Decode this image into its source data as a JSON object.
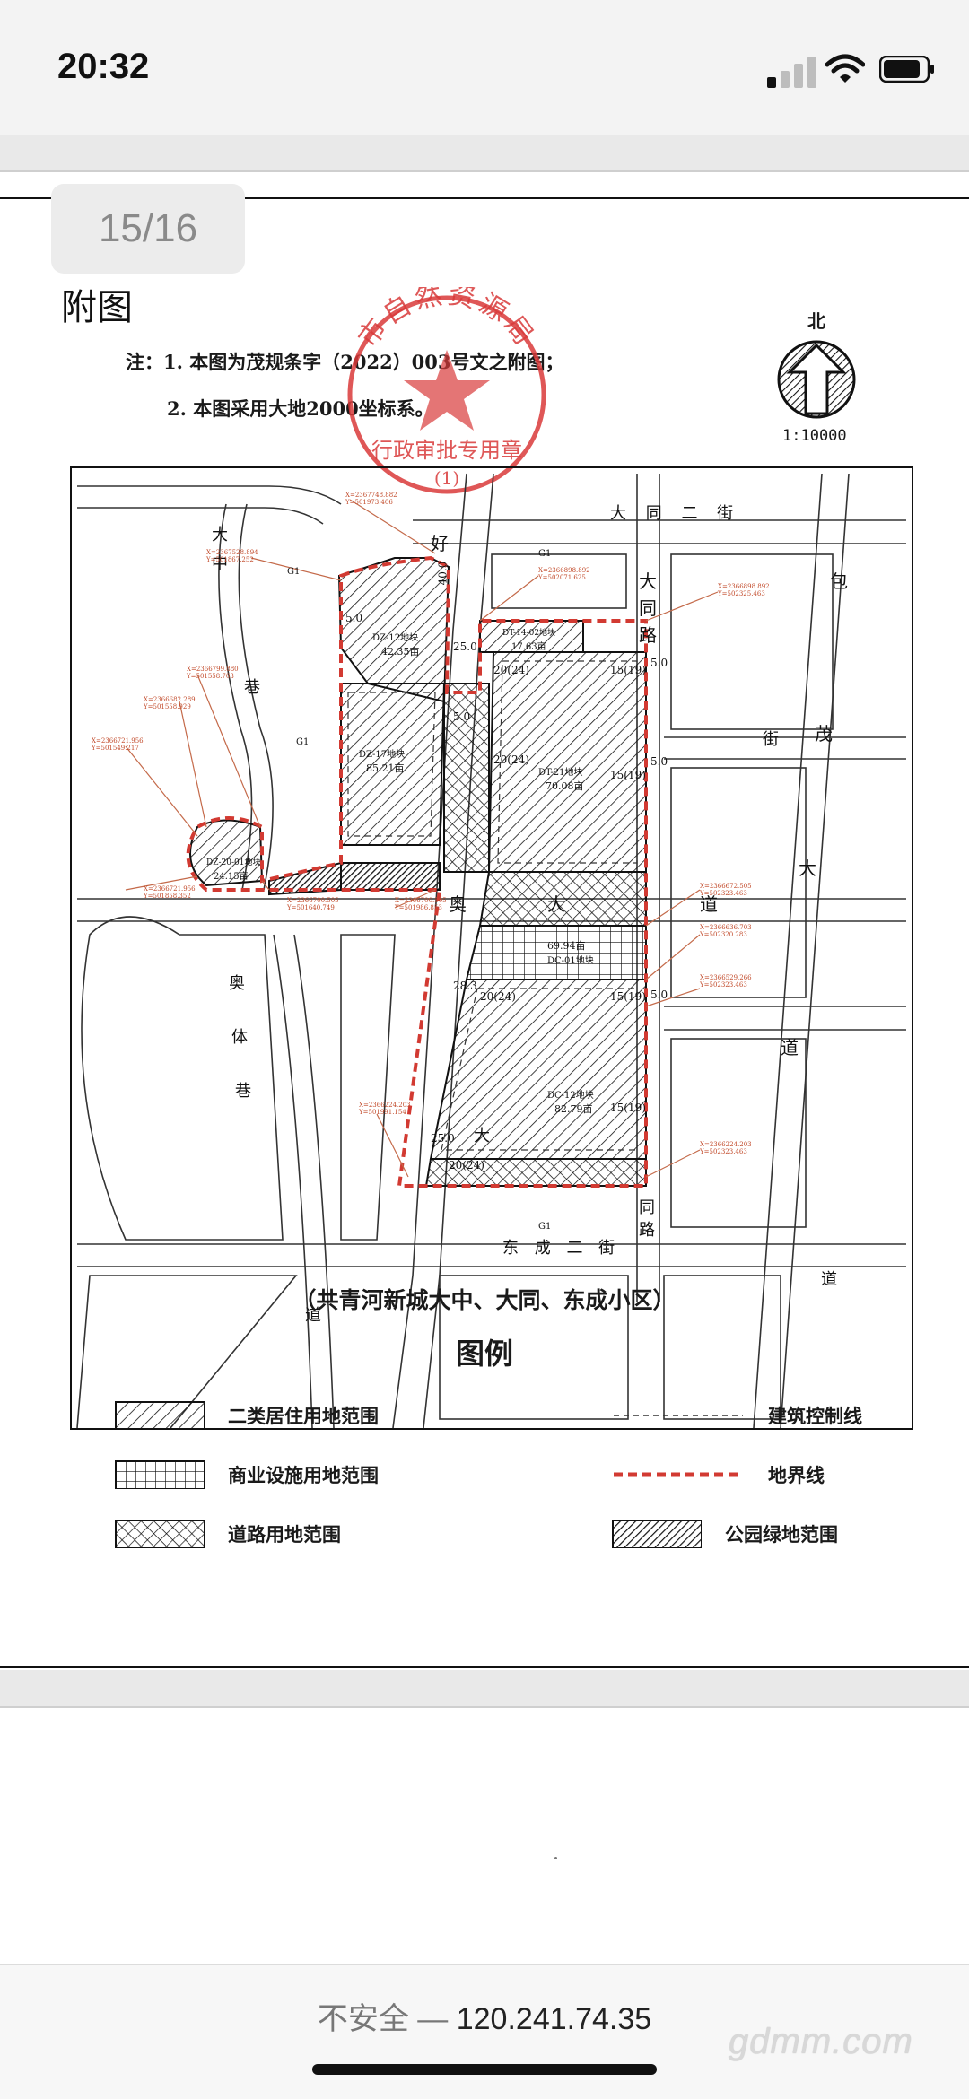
{
  "status_bar": {
    "time": "20:32"
  },
  "viewer": {
    "page_indicator": "15/16"
  },
  "document": {
    "title": "附图",
    "note_line1": "注：1. 本图为茂规条字（2022）003号文之附图；",
    "note_line2": "2. 本图采用大地2000坐标系。",
    "stamp_text_top": "市自然资源局",
    "stamp_text_bottom": "行政审批专用章",
    "stamp_number": "(1)",
    "north_label": "北",
    "scale": "1:10000",
    "map_caption": "（共青河新城大中、大同、东成小区）",
    "legend_title": "图例",
    "legend": [
      {
        "label": "二类居住用地范围",
        "pattern": "diag-hatch"
      },
      {
        "label": "商业设施用地范围",
        "pattern": "grid"
      },
      {
        "label": "道路用地范围",
        "pattern": "cross-hatch"
      },
      {
        "label": "建筑控制线",
        "pattern": "dashed-line"
      },
      {
        "label": "地界线",
        "pattern": "red-dashed-line"
      },
      {
        "label": "公园绿地范围",
        "pattern": "dense-hatch"
      }
    ],
    "map_labels": {
      "street_datong2": "大 同 二 街",
      "street_haotong": "好",
      "road_datonglu_1": "大",
      "road_datonglu_2": "同",
      "road_datonglu_3": "路",
      "road_bao": "包",
      "road_mao": "茂",
      "road_dadao": "大",
      "road_dao": "道",
      "street_jie": "街",
      "avenue_ao": "奥",
      "avenue_da": "大",
      "avenue_dao": "道",
      "street_dongcheng": "东  成  二  街",
      "road_tiyu_1": "奥",
      "road_tiyu_2": "体",
      "road_tiyu_3": "巷",
      "road_dazhong_1": "大",
      "road_dazhong_2": "中",
      "road_dazhong_3": "巷",
      "road_dao_bottom": "道",
      "road_right_da": "大",
      "road_right_tong": "同",
      "road_right_lu": "路",
      "road_right_dao": "道",
      "parcel_dz12": "DZ-12地块",
      "parcel_dz12_area": "42.35亩",
      "parcel_dz17": "DZ-17地块",
      "parcel_dz17_area": "85.21亩",
      "parcel_dt21": "DT-21地块",
      "parcel_dt21_area": "70.08亩",
      "parcel_dc01": "DC-01地块",
      "parcel_dc01_area": "69.94亩",
      "parcel_dc12": "DC-12地块",
      "parcel_dc12_area": "82.79亩",
      "parcel_dz20": "DZ-20-01地块",
      "parcel_dz20_area": "24.15亩",
      "parcel_dt14": "DT-14-02地块",
      "parcel_dt14_area": "17.63亩",
      "g1_a": "G1",
      "g1_b": "G1",
      "g1_c": "G1",
      "g1_d": "G1",
      "dim_40": "40.0",
      "dim_25_a": "25.0",
      "dim_5_a": "5.0",
      "dim_5_b": "5.0",
      "dim_5_c": "5.0",
      "dim_5_d": "5.0",
      "dim_5_e": "5.0",
      "dim_20_24_a": "20(24)",
      "dim_20_24_b": "20(24)",
      "dim_20_24_c": "20(24)",
      "dim_20_24_d": "20(24)",
      "dim_15_19_a": "15(19)",
      "dim_15_19_b": "15(19)",
      "dim_15_19_c": "15(19)",
      "dim_15_19_d": "15(19)",
      "dim_28_3": "28.3",
      "dim_25_b": "25.0",
      "coord_1": "X=2367748.882 Y=501973.406",
      "coord_2": "X=2367528.894 Y=501867.252",
      "coord_3": "X=2366898.892 Y=502071.625",
      "coord_4": "X=2366898.892 Y=502325.463",
      "coord_5": "X=2366799.880 Y=501558.703",
      "coord_6": "X=2366682.289 Y=501558.929",
      "coord_7": "X=2366721.956 Y=501549.217",
      "coord_8": "X=2366721.956 Y=501858.352",
      "coord_9": "X=2366700.505 Y=501640.749",
      "coord_10": "X=2366700.505 Y=501986.853",
      "coord_11": "X=2366672.505 Y=502323.463",
      "coord_12": "X=2366636.703 Y=502320.283",
      "coord_13": "X=2366529.266 Y=502323.463",
      "coord_14": "X=2366224.203 Y=501991.154",
      "coord_15": "X=2366224.203 Y=502323.463"
    }
  },
  "browser": {
    "security_warning": "不安全",
    "separator": "—",
    "address": "120.241.74.35"
  },
  "watermark": "gdmm.com",
  "colors": {
    "stamp_red": "#d93a3a",
    "boundary_red": "#d23a32",
    "ink": "#111111"
  }
}
